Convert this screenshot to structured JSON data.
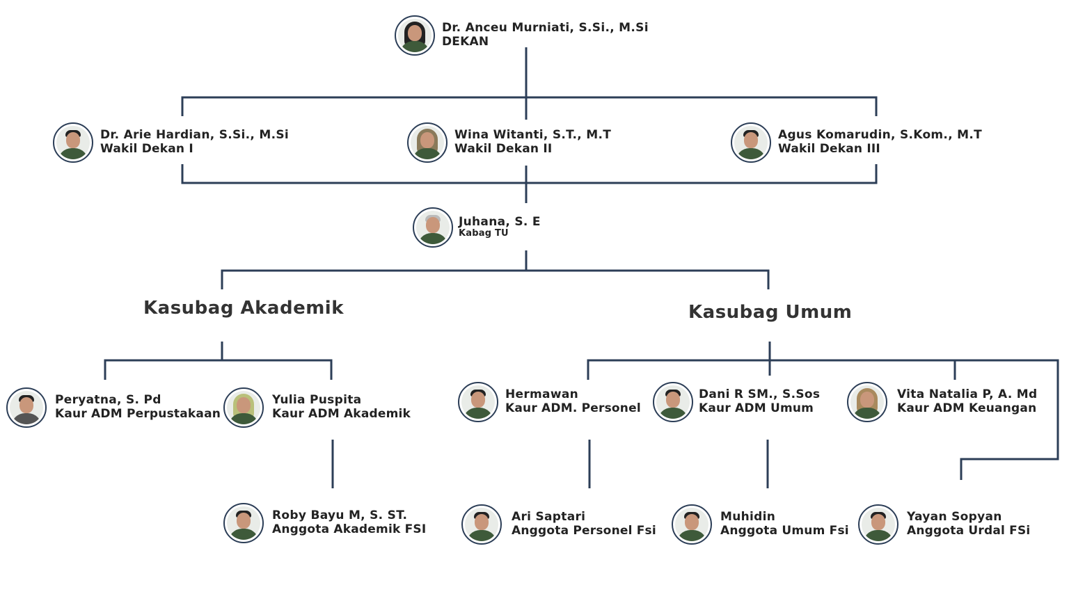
{
  "colors": {
    "line": "#2c3e57",
    "uniform": "#3e5a3a"
  },
  "dekan": {
    "name": "Dr. Anceu Murniati, S.Si., M.Si",
    "role": "DEKAN"
  },
  "wakil": [
    {
      "name": "Dr. Arie Hardian, S.Si., M.Si",
      "role": "Wakil Dekan I"
    },
    {
      "name": "Wina Witanti, S.T., M.T",
      "role": "Wakil Dekan II"
    },
    {
      "name": "Agus Komarudin, S.Kom., M.T",
      "role": "Wakil Dekan III"
    }
  ],
  "kabag": {
    "name": "Juhana, S. E",
    "role": "Kabag TU"
  },
  "sections": {
    "akademik": "Kasubag Akademik",
    "umum": "Kasubag Umum"
  },
  "kaur": [
    {
      "name": "Peryatna, S. Pd",
      "role": "Kaur ADM Perpustakaan"
    },
    {
      "name": "Yulia Puspita",
      "role": "Kaur ADM Akademik"
    },
    {
      "name": "Hermawan",
      "role": "Kaur ADM. Personel"
    },
    {
      "name": "Dani R SM., S.Sos",
      "role": "Kaur ADM Umum"
    },
    {
      "name": "Vita Natalia P, A. Md",
      "role": "Kaur ADM Keuangan"
    }
  ],
  "anggota": [
    {
      "name": "Roby Bayu M, S. ST.",
      "role": "Anggota Akademik FSI"
    },
    {
      "name": "Ari Saptari",
      "role": "Anggota Personel Fsi"
    },
    {
      "name": "Muhidin",
      "role": "Anggota Umum Fsi"
    },
    {
      "name": "Yayan Sopyan",
      "role": "Anggota Urdal FSi"
    }
  ]
}
